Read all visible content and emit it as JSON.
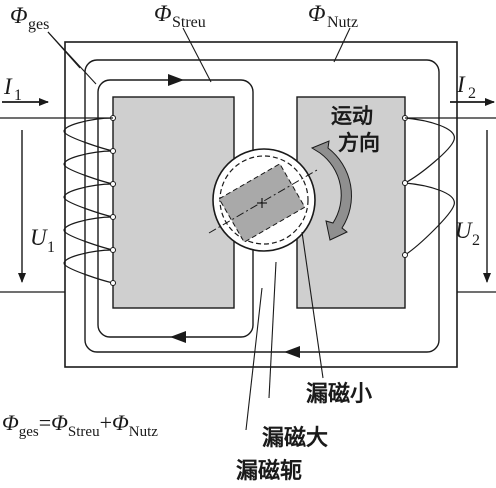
{
  "labels": {
    "phi_ges": "Φ",
    "phi_ges_sub": "ges",
    "phi_streu": "Φ",
    "phi_streu_sub": "Streu",
    "phi_nutz": "Φ",
    "phi_nutz_sub": "Nutz",
    "i1": "I",
    "i1_sub": "1",
    "i2": "I",
    "i2_sub": "2",
    "u1": "U",
    "u1_sub": "1",
    "u2": "U",
    "u2_sub": "2",
    "motion_line1": "运动",
    "motion_line2": "方向",
    "formula": {
      "lhs": "Φ",
      "lhs_sub": "ges",
      "eq": "=",
      "t1": "Φ",
      "t1_sub": "Streu",
      "plus": "+",
      "t2": "Φ",
      "t2_sub": "Nutz"
    },
    "leak_small": "漏磁小",
    "leak_large": "漏磁大",
    "leak_yoke": "漏磁轭"
  },
  "colors": {
    "core_fill": "#cfcfcf",
    "rotor_fill": "#a9a9a9",
    "arrow_fill": "#8f8f8f",
    "line": "#1a1a1a"
  }
}
